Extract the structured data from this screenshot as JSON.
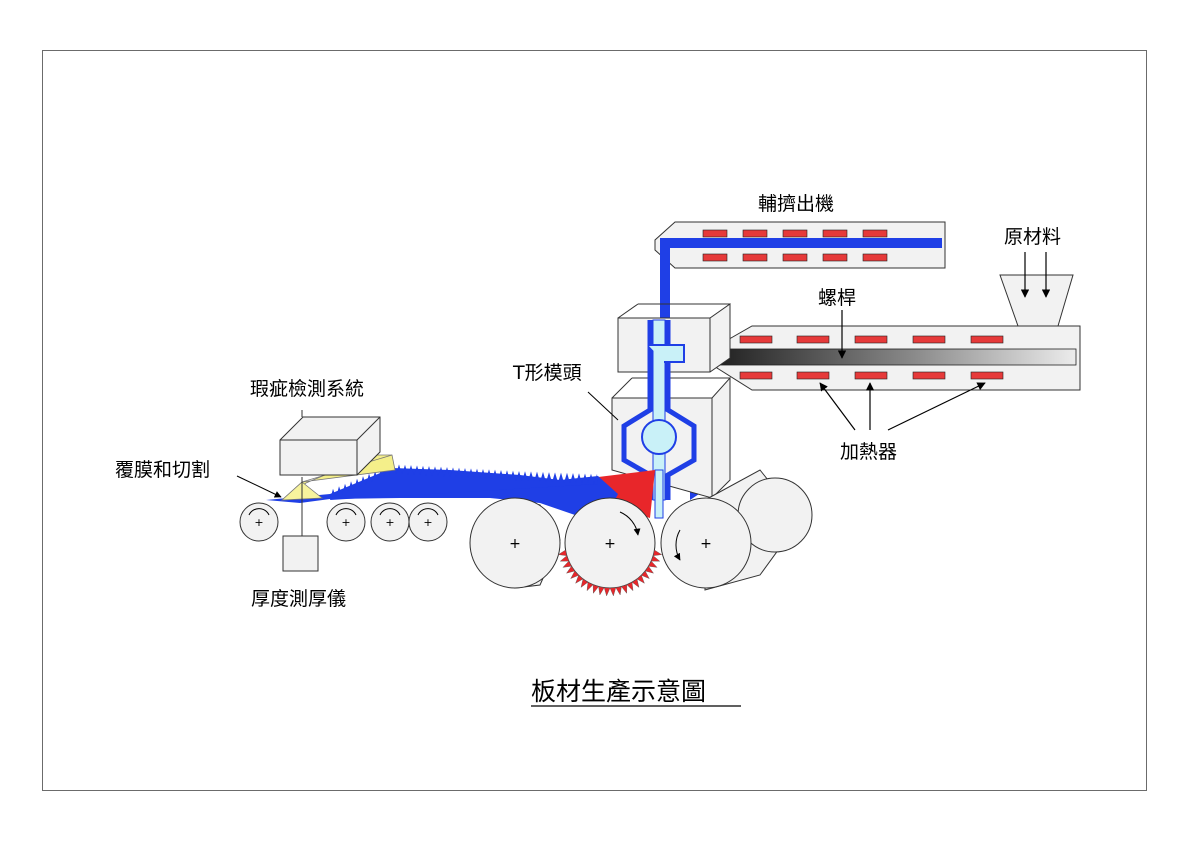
{
  "labels": {
    "aux_extruder": "輔擠出機",
    "raw_material": "原材料",
    "screw": "螺桿",
    "t_die": "T形模頭",
    "defect_system": "瑕疵檢測系統",
    "film_cut": "覆膜和切割",
    "heater": "加熱器",
    "thickness_gauge": "厚度測厚儀"
  },
  "caption": "板材生產示意圖",
  "colors": {
    "melt": "#1f3fe6",
    "hot_melt": "#e8262a",
    "heater_band": "#e63a3a",
    "light_channel": "#c9f1f8",
    "film": "#f4ef8a",
    "body": "#f2f2f2"
  }
}
